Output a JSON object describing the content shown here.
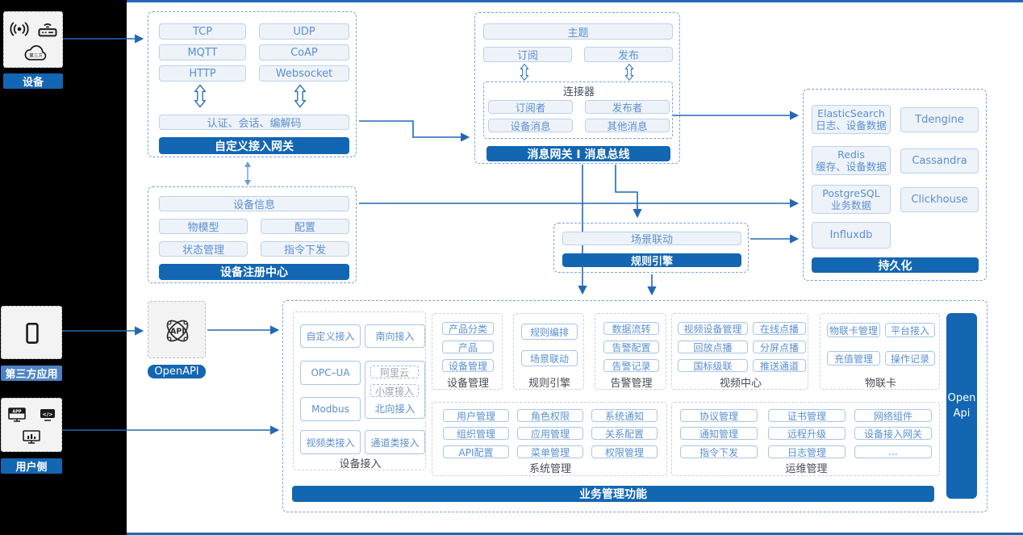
{
  "colors": {
    "accent": "#1366b2",
    "arrow": "#2268b5",
    "light_fill": "#eef3fa",
    "light_border": "#bdd1ea",
    "text_blue": "#5b8fd0"
  },
  "icons": {
    "device": [
      "wireless-signal-icon",
      "router-icon",
      "third-party-cloud-icon"
    ],
    "third_party": [
      "smartphone-icon"
    ],
    "user_side": [
      "app-monitor-icon",
      "code-monitor-icon",
      "chart-monitor-icon"
    ],
    "openapi": [
      "api-network-icon"
    ]
  },
  "icon_text": {
    "app": "APP",
    "code": "</>",
    "api": "API"
  },
  "src": {
    "device": {
      "label": "设备",
      "cloud_text": "第三方"
    },
    "third_party": {
      "label": "第三方应用"
    },
    "user": {
      "label": "用户侧"
    }
  },
  "gw": {
    "p": [
      "TCP",
      "UDP",
      "MQTT",
      "CoAP",
      "HTTP",
      "Websocket"
    ],
    "auth": "认证、会话、编解码",
    "title": "自定义接入网关"
  },
  "reg": {
    "info": "设备信息",
    "items": [
      "物模型",
      "配置",
      "状态管理",
      "指令下发"
    ],
    "title": "设备注册中心"
  },
  "mq": {
    "topic": "主题",
    "sub": "订阅",
    "pub": "发布",
    "conn": {
      "title": "连接器",
      "items": [
        "订阅者",
        "发布者",
        "设备消息",
        "其他消息"
      ]
    },
    "title": "消息网关 I 消息总线"
  },
  "persist": {
    "left": [
      {
        "l1": "ElasticSearch",
        "l2": "日志、设备数据"
      },
      {
        "l1": "Redis",
        "l2": "缓存、设备数据"
      },
      {
        "l1": "PostgreSQL",
        "l2": "业务数据"
      },
      {
        "l1": "Influxdb"
      }
    ],
    "right": [
      "Tdengine",
      "Cassandra",
      "Clickhouse"
    ],
    "title": "持久化"
  },
  "rule": {
    "scene": "场景联动",
    "title": "规则引擎"
  },
  "openapi": {
    "label": "OpenAPI"
  },
  "biz": {
    "title": "业务管理功能",
    "openbar": {
      "l1": "Open",
      "l2": "Api"
    },
    "access": {
      "label": "设备接入",
      "custom": "自定义接入",
      "south": "南向接入",
      "opcua": "OPC–UA",
      "modbus": "Modbus",
      "ali": "阿里云",
      "xiaodu": "小度接入",
      "north": "北向接入",
      "video": "视频类接入",
      "channel": "通道类接入"
    },
    "devmgmt": {
      "label": "设备管理",
      "items": [
        "产品分类",
        "产品",
        "设备管理"
      ]
    },
    "rulecol": {
      "label": "规则引擎",
      "items": [
        "规则编排",
        "场景联动"
      ]
    },
    "alarm": {
      "label": "告警管理",
      "items": [
        "数据流转",
        "告警配置",
        "告警记录"
      ]
    },
    "video": {
      "label": "视频中心",
      "items": [
        "视频设备管理",
        "在线点播",
        "回放点播",
        "分屏点播",
        "国标级联",
        "推送通道"
      ]
    },
    "card": {
      "label": "物联卡",
      "items": [
        "物联卡管理",
        "平台接入",
        "充值管理",
        "操作记录"
      ]
    },
    "sys": {
      "label": "系统管理",
      "items": [
        "用户管理",
        "角色权限",
        "系统通知",
        "组织管理",
        "应用管理",
        "关系配置",
        "API配置",
        "菜单管理",
        "权限管理"
      ]
    },
    "ops": {
      "label": "运维管理",
      "items": [
        "协议管理",
        "证书管理",
        "网络组件",
        "通知管理",
        "远程升级",
        "设备接入网关",
        "指令下发",
        "日志管理",
        "..."
      ]
    }
  }
}
